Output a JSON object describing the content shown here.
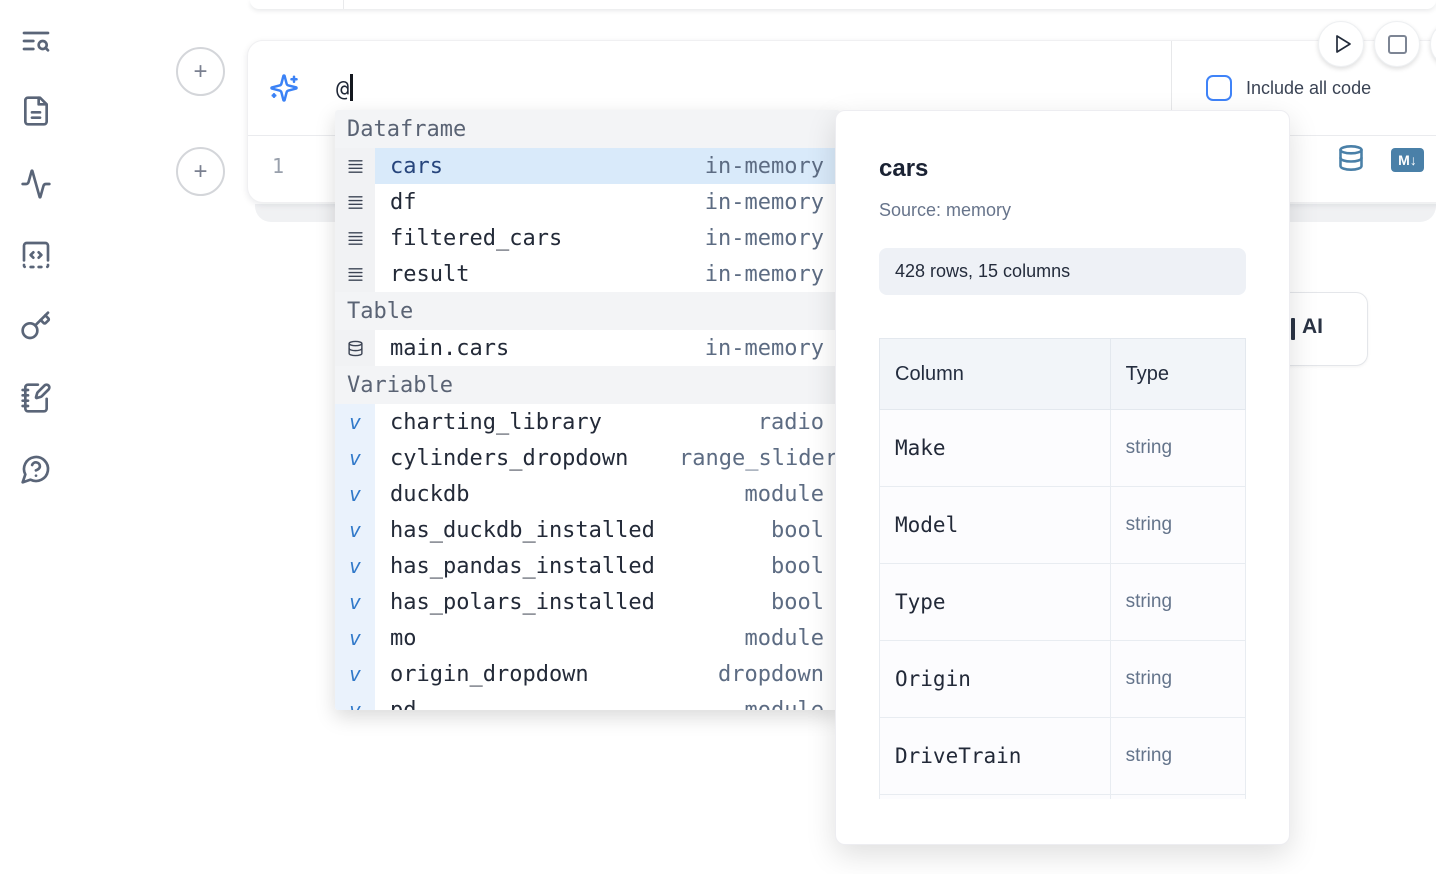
{
  "sidebar": {
    "icons": [
      "text-search",
      "file-text",
      "activity",
      "square-code",
      "key",
      "notebook-pen",
      "help-chat"
    ]
  },
  "cell": {
    "prompt_value": "@",
    "include_all_code_label": "Include all code",
    "line_number": "1",
    "markdown_badge": "M↓",
    "plus_label": "+"
  },
  "autocomplete": {
    "sections": [
      {
        "label": "Dataframe",
        "items": [
          {
            "name": "cars",
            "type": "in-memory",
            "selected": true
          },
          {
            "name": "df",
            "type": "in-memory"
          },
          {
            "name": "filtered_cars",
            "type": "in-memory"
          },
          {
            "name": "result",
            "type": "in-memory"
          }
        ]
      },
      {
        "label": "Table",
        "items": [
          {
            "name": "main.cars",
            "type": "in-memory"
          }
        ]
      },
      {
        "label": "Variable",
        "items": [
          {
            "name": "charting_library",
            "type": "radio"
          },
          {
            "name": "cylinders_dropdown",
            "type": "range_slider"
          },
          {
            "name": "duckdb",
            "type": "module"
          },
          {
            "name": "has_duckdb_installed",
            "type": "bool"
          },
          {
            "name": "has_pandas_installed",
            "type": "bool"
          },
          {
            "name": "has_polars_installed",
            "type": "bool"
          },
          {
            "name": "mo",
            "type": "module"
          },
          {
            "name": "origin_dropdown",
            "type": "dropdown"
          },
          {
            "name": "pd",
            "type": "module"
          }
        ]
      }
    ]
  },
  "preview": {
    "title": "cars",
    "source": "Source: memory",
    "summary": "428 rows, 15 columns",
    "table": {
      "headers": [
        "Column",
        "Type"
      ],
      "rows": [
        {
          "column": "Make",
          "type": "string"
        },
        {
          "column": "Model",
          "type": "string"
        },
        {
          "column": "Type",
          "type": "string"
        },
        {
          "column": "Origin",
          "type": "string"
        },
        {
          "column": "DriveTrain",
          "type": "string"
        },
        {
          "column": "",
          "type": ""
        }
      ]
    }
  },
  "ai_card": {
    "label": "AI"
  },
  "colors": {
    "accent_blue": "#3b82f6",
    "steel_blue": "#4a80a8",
    "selected_row": "#d9eafa",
    "icon_slate": "#5a6578"
  }
}
